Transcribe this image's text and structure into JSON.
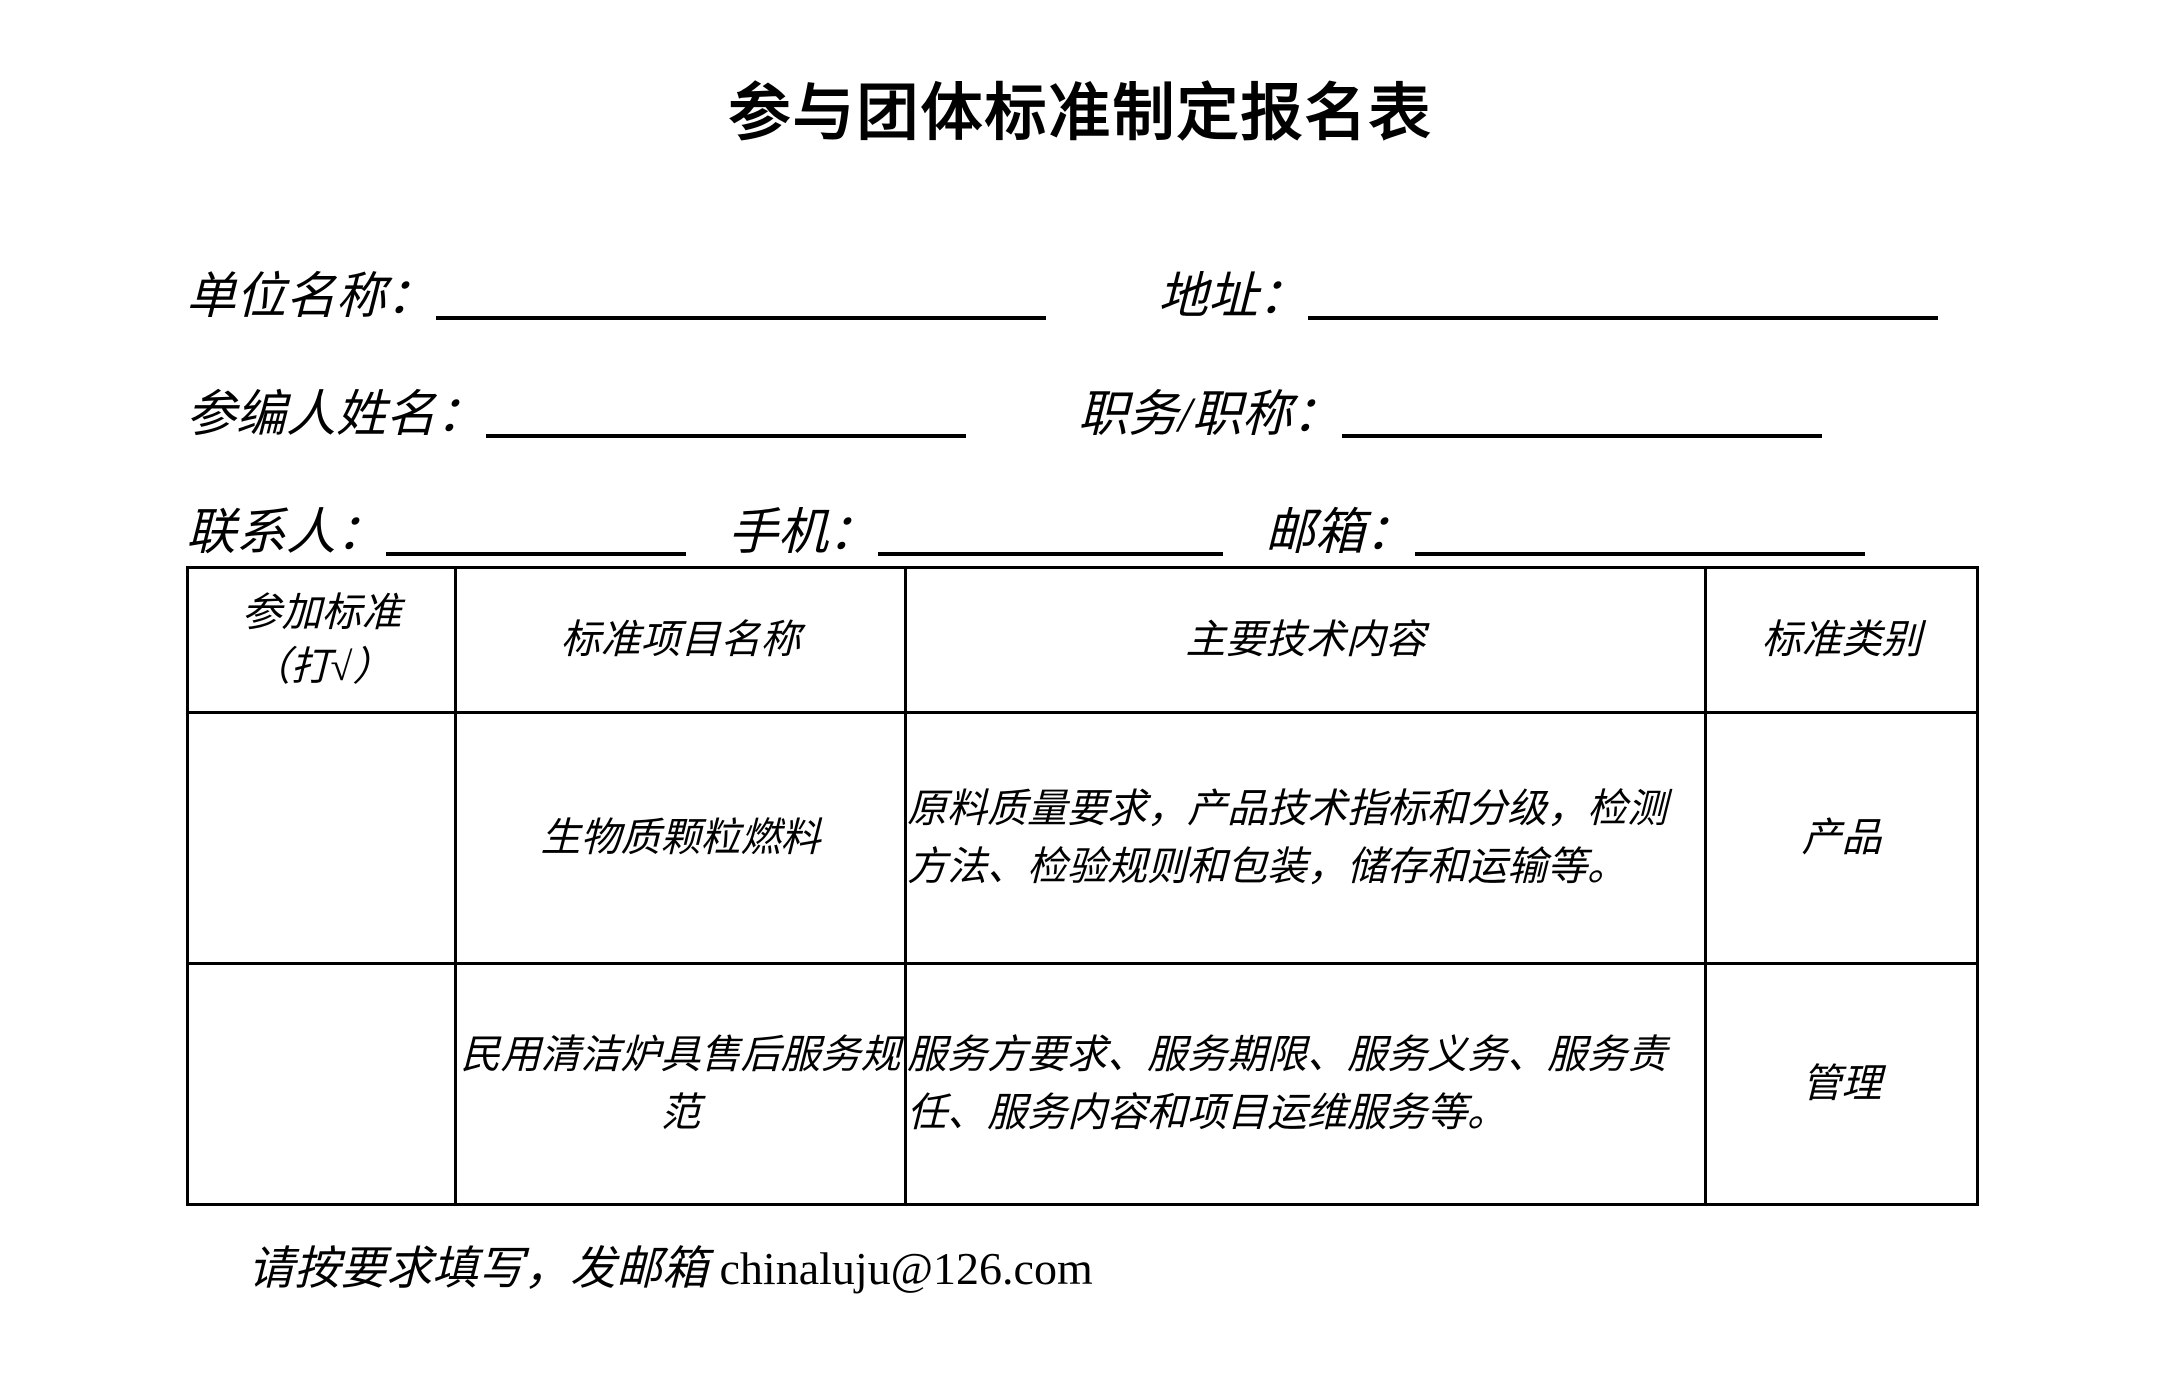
{
  "document": {
    "title": "参与团体标准制定报名表"
  },
  "form": {
    "rows": [
      {
        "fields": [
          {
            "label": "单位名称：",
            "value": "",
            "name": "company-name"
          },
          {
            "label": "地址：",
            "value": "",
            "name": "address"
          }
        ]
      },
      {
        "fields": [
          {
            "label": "参编人姓名：",
            "value": "",
            "name": "editor-name"
          },
          {
            "label": "职务/职称：",
            "value": "",
            "name": "job-title"
          }
        ]
      },
      {
        "fields": [
          {
            "label": "联系人：",
            "value": "",
            "name": "contact-person"
          },
          {
            "label": "手机：",
            "value": "",
            "name": "mobile"
          },
          {
            "label": "邮箱：",
            "value": "",
            "name": "email"
          }
        ]
      }
    ]
  },
  "table": {
    "headers": [
      {
        "line1": "参加标准",
        "line2": "（打√）"
      },
      {
        "line1": "标准项目名称",
        "line2": ""
      },
      {
        "line1": "主要技术内容",
        "line2": ""
      },
      {
        "line1": "标准类别",
        "line2": ""
      }
    ],
    "rows": [
      {
        "check": "",
        "standard_name": "生物质颗粒燃料",
        "technical_content": "原料质量要求，产品技术指标和分级，检测方法、检验规则和包装，储存和运输等。",
        "category": "产品"
      },
      {
        "check": "",
        "standard_name": "民用清洁炉具售后服务规范",
        "technical_content": "服务方要求、服务期限、服务义务、服务责任、服务内容和项目运维服务等。",
        "category": "管理"
      }
    ]
  },
  "footer": {
    "note_prefix": "请按要求填写，发邮箱 ",
    "email": "chinaluju@126.com"
  }
}
